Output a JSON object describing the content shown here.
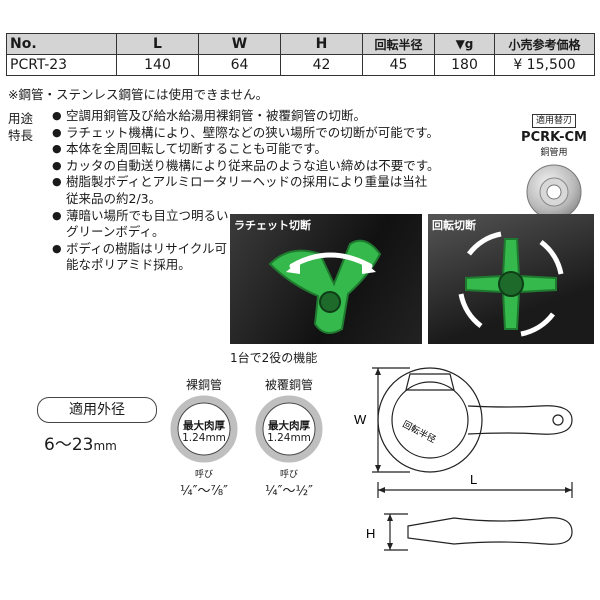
{
  "table": {
    "headers": [
      "No.",
      "L",
      "W",
      "H",
      "回転半径",
      "▼g",
      "小売参考価格"
    ],
    "row": [
      "PCRT-23",
      "140",
      "64",
      "42",
      "45",
      "180",
      "¥  15,500"
    ]
  },
  "note": "※鋼管・ステンレス鋼管には使用できません。",
  "labels": {
    "use": "用途",
    "features": "特長"
  },
  "bullets": [
    "空調用銅管及び給水給湯用裸銅管・被覆銅管の切断。",
    "ラチェット機構により、壁際などの狭い場所での切断が可能です。",
    "本体を全周回転して切断することも可能です。",
    "カッタの自動送り機構により従来品のような追い締めは不要です。",
    "樹脂製ボディとアルミロータリーヘッドの採用により重量は当社従来品の約2/3。",
    "薄暗い場所でも目立つ明るいグリーンボディ。",
    "ボディの樹脂はリサイクル可能なポリアミド採用。"
  ],
  "replacement_blade": {
    "tag": "適用替刃",
    "model": "PCRK-CM",
    "sub": "銅管用"
  },
  "photos": {
    "ratchet_label": "ラチェット切断",
    "rotary_label": "回転切断",
    "caption": "1台で2役の機能"
  },
  "outer_diameter": {
    "label": "適用外径",
    "range": "6～23",
    "unit": "mm"
  },
  "pipes": [
    {
      "head": "裸銅管",
      "thick_label": "最大肉厚",
      "thick_value": "1.24mm",
      "call": "呼び",
      "range": "¼″～⅞″"
    },
    {
      "head": "被覆銅管",
      "thick_label": "最大肉厚",
      "thick_value": "1.24mm",
      "call": "呼び",
      "range": "¼″～½″"
    }
  ],
  "drawing": {
    "w": "W",
    "l": "L",
    "h": "H",
    "radius": "回転半径"
  },
  "colors": {
    "header_bg": "#d4d4d4",
    "body_green": "#2fb84a"
  }
}
